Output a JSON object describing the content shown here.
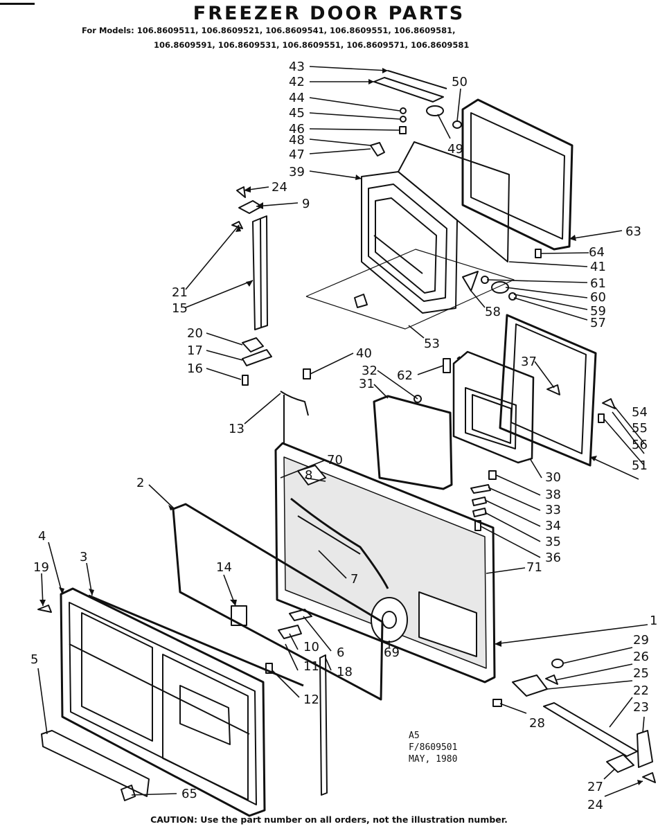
{
  "header": {
    "title": "FREEZER DOOR PARTS",
    "models_prefix": "For Models:",
    "models_line1": "106.8609511, 106.8609521, 106.8609541, 106.8609551, 106.8609581,",
    "models_line2": "106.8609591, 106.8609531, 106.8609551, 106.8609571, 106.8609581"
  },
  "stamp": {
    "code": "A5",
    "figure": "F/8609501",
    "date": "MAY, 1980"
  },
  "footer": {
    "caution": "CAUTION: Use the part number on all orders, not the illustration number."
  },
  "callouts": [
    "43",
    "42",
    "44",
    "45",
    "46",
    "48",
    "47",
    "39",
    "24",
    "9",
    "21",
    "15",
    "20",
    "17",
    "16",
    "40",
    "32",
    "31",
    "13",
    "62",
    "37",
    "70",
    "2",
    "3",
    "4",
    "19",
    "14",
    "8",
    "7",
    "6",
    "10",
    "11",
    "12",
    "18",
    "69",
    "5",
    "65",
    "1",
    "29",
    "26",
    "25",
    "22",
    "23",
    "28",
    "27",
    "24",
    "71",
    "30",
    "38",
    "33",
    "34",
    "35",
    "36",
    "54",
    "55",
    "56",
    "51",
    "53",
    "58",
    "57",
    "59",
    "60",
    "61",
    "41",
    "64",
    "63",
    "50",
    "49"
  ]
}
